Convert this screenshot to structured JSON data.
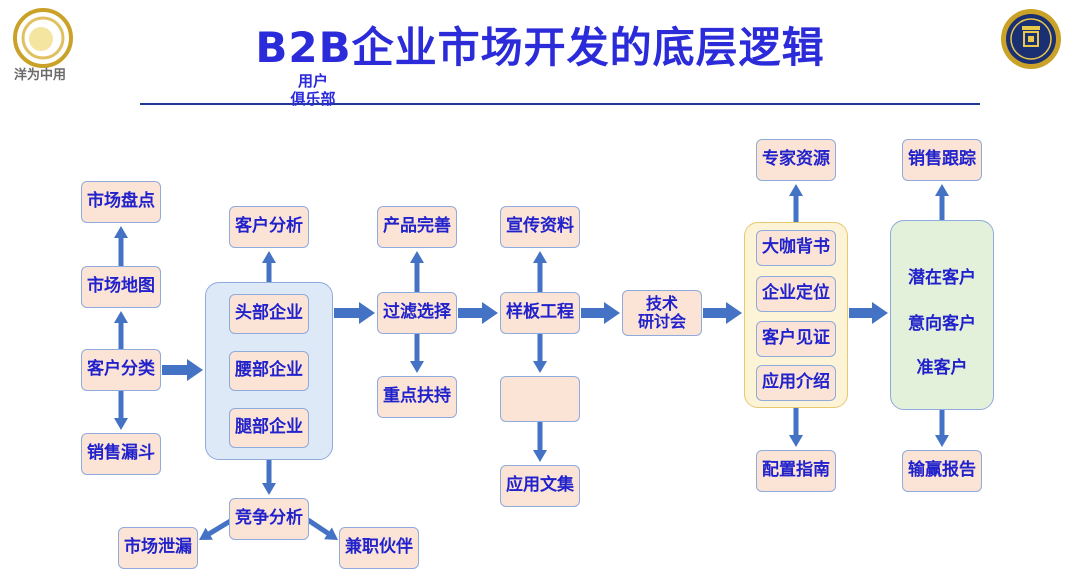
{
  "header": {
    "title": "B2B企业市场开发的底层逻辑",
    "club_label": "用户\n俱乐部",
    "logo_left_text": "洋为中用"
  },
  "colors": {
    "title": "#2b2bd9",
    "box_fill": "#fbe4d5",
    "box_border": "#8faadc",
    "arrow": "#4472c4",
    "container_blue": "#dde9f6",
    "container_yellow": "#fdf3d6",
    "container_green": "#e3f0da",
    "text": "#2222cc"
  },
  "nodes": {
    "market_inventory": "市场盘点",
    "market_map": "市场地图",
    "customer_classification": "客户分类",
    "sales_funnel": "销售漏斗",
    "customer_analysis": "客户分析",
    "head_enterprise": "头部企业",
    "waist_enterprise": "腰部企业",
    "leg_enterprise": "腿部企业",
    "competition_analysis": "竞争分析",
    "market_leakage": "市场泄漏",
    "part_time_partner": "兼职伙伴",
    "product_improvement": "产品完善",
    "filter_selection": "过滤选择",
    "key_support": "重点扶持",
    "promo_materials": "宣传资料",
    "sample_project": "样板工程",
    "application_collection": "应用文集",
    "tech_seminar": "技术\n研讨会",
    "expert_resources": "专家资源",
    "celebrity_endorsement": "大咖背书",
    "enterprise_positioning": "企业定位",
    "customer_testimonial": "客户见证",
    "application_intro": "应用介绍",
    "config_guide": "配置指南",
    "sales_tracking": "销售跟踪",
    "potential_customers": "潜在客户",
    "intent_customers": "意向客户",
    "quasi_customers": "准客户",
    "win_report": "输赢报告"
  }
}
